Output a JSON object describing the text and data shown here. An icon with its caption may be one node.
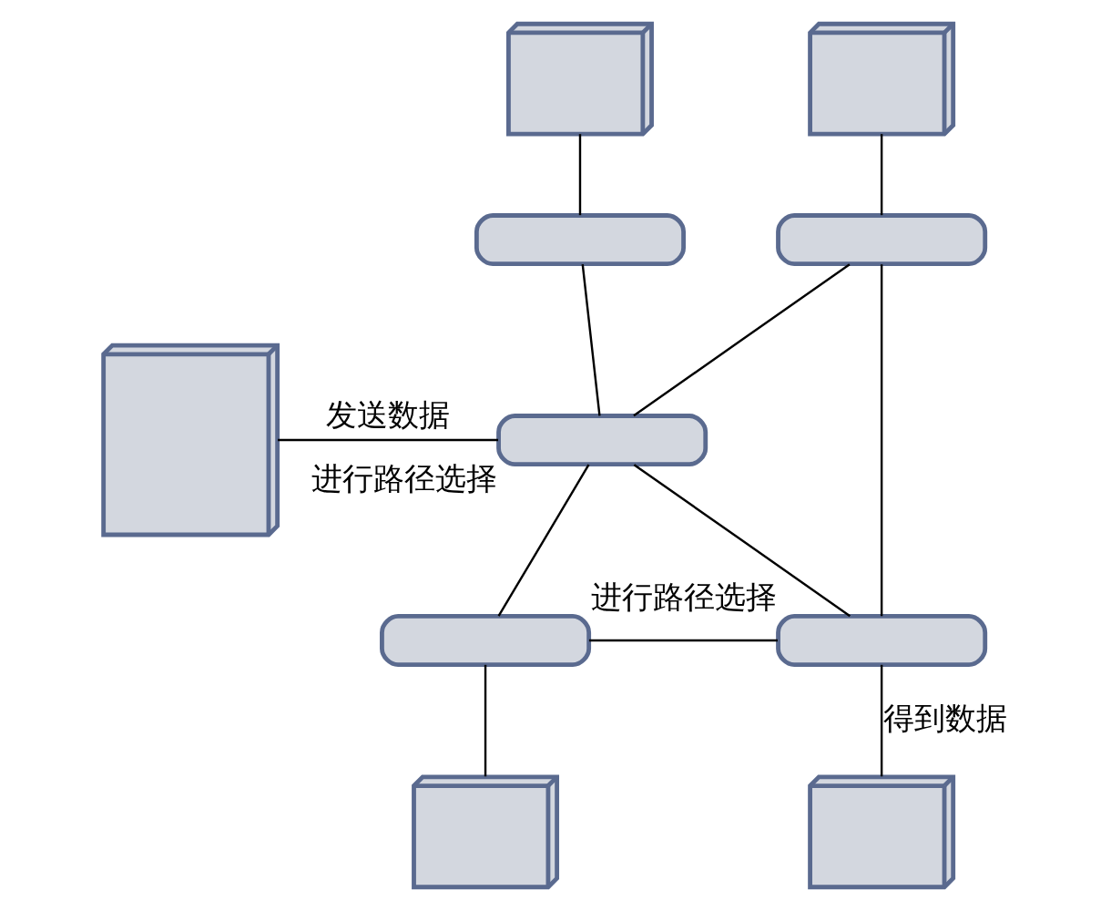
{
  "diagram": {
    "nodes": [
      {
        "text": [],
        "shape": "picture"
      },
      {
        "text": [],
        "shape": "picture"
      },
      {
        "text": [],
        "shape": "box"
      },
      {
        "text": [],
        "shape": "box"
      },
      {
        "text": [],
        "shape": "box",
        "beside": [
          "进行路径选择"
        ]
      },
      {
        "text": [],
        "shape": "box",
        "beside": [
          "进行路径选择"
        ]
      },
      {
        "text": [],
        "shape": "picture"
      },
      {
        "text": [],
        "shape": "box"
      },
      {
        "text": [],
        "shape": "picture"
      },
      {
        "text": [],
        "shape": "picture"
      }
    ],
    "edges": [
      {
        "from": 0,
        "to": 2,
        "arrow": "none"
      },
      {
        "from": 1,
        "to": 3,
        "arrow": "none"
      },
      {
        "from": 2,
        "to": 4,
        "arrow": "none"
      },
      {
        "from": 3,
        "to": 4,
        "arrow": "none"
      },
      {
        "from": 3,
        "to": 5,
        "arrow": "none"
      },
      {
        "from": 6,
        "to": 4,
        "arrow": "none",
        "label": "发送数据"
      },
      {
        "from": 4,
        "to": 5,
        "arrow": "none"
      },
      {
        "from": 4,
        "to": 7,
        "arrow": "none"
      },
      {
        "from": 7,
        "to": 5,
        "arrow": "none"
      },
      {
        "from": 5,
        "to": 8,
        "arrow": "none",
        "label": "得到数据"
      },
      {
        "from": 7,
        "to": 9,
        "arrow": "none"
      }
    ]
  }
}
